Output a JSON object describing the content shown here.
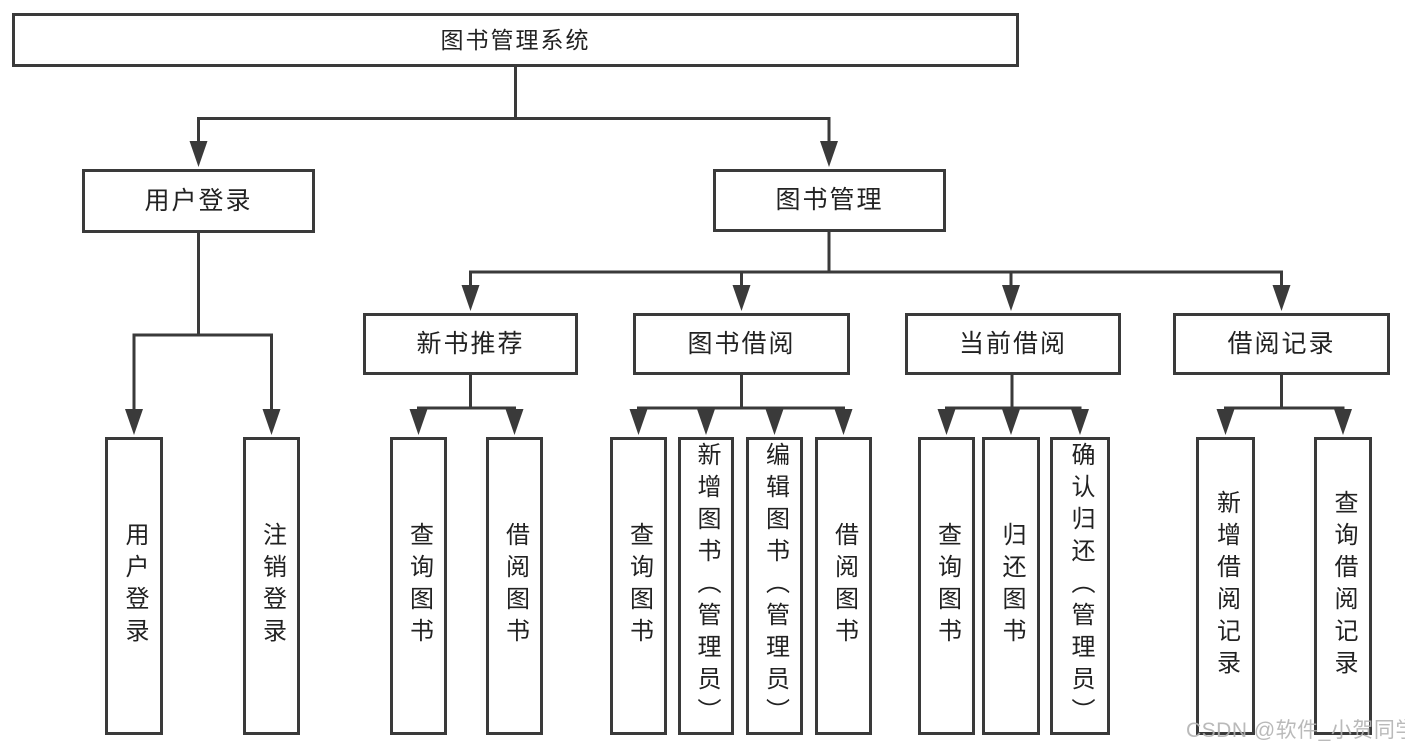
{
  "nodes": {
    "root": "图书管理系统",
    "user_login": "用户登录",
    "book_mgmt": "图书管理",
    "new_book_rec": "新书推荐",
    "book_borrow": "图书借阅",
    "current_borrow": "当前借阅",
    "borrow_records": "借阅记录",
    "ul_login": "用户登录",
    "ul_logout": "注销登录",
    "nb_query": "查询图书",
    "nb_borrow": "借阅图书",
    "bb_query": "查询图书",
    "bb_add": "新增图书（管理员）",
    "bb_edit": "编辑图书（管理员）",
    "bb_borrow": "借阅图书",
    "cb_query": "查询图书",
    "cb_return": "归还图书",
    "cb_confirm": "确认归还（管理员）",
    "br_add": "新增借阅记录",
    "br_query": "查询借阅记录"
  },
  "hierarchy": {
    "label": "图书管理系统",
    "children": [
      {
        "label": "用户登录",
        "children": [
          {
            "label": "用户登录"
          },
          {
            "label": "注销登录"
          }
        ]
      },
      {
        "label": "图书管理",
        "children": [
          {
            "label": "新书推荐",
            "children": [
              {
                "label": "查询图书"
              },
              {
                "label": "借阅图书"
              }
            ]
          },
          {
            "label": "图书借阅",
            "children": [
              {
                "label": "查询图书"
              },
              {
                "label": "新增图书（管理员）"
              },
              {
                "label": "编辑图书（管理员）"
              },
              {
                "label": "借阅图书"
              }
            ]
          },
          {
            "label": "当前借阅",
            "children": [
              {
                "label": "查询图书"
              },
              {
                "label": "归还图书"
              },
              {
                "label": "确认归还（管理员）"
              }
            ]
          },
          {
            "label": "借阅记录",
            "children": [
              {
                "label": "新增借阅记录"
              },
              {
                "label": "查询借阅记录"
              }
            ]
          }
        ]
      }
    ]
  },
  "watermark": {
    "text": "CSDN @软件_小贺同学"
  },
  "colors": {
    "line": "#3a3a3a",
    "text": "#222222",
    "background": "#ffffff",
    "watermark": "#b3b3b3"
  }
}
